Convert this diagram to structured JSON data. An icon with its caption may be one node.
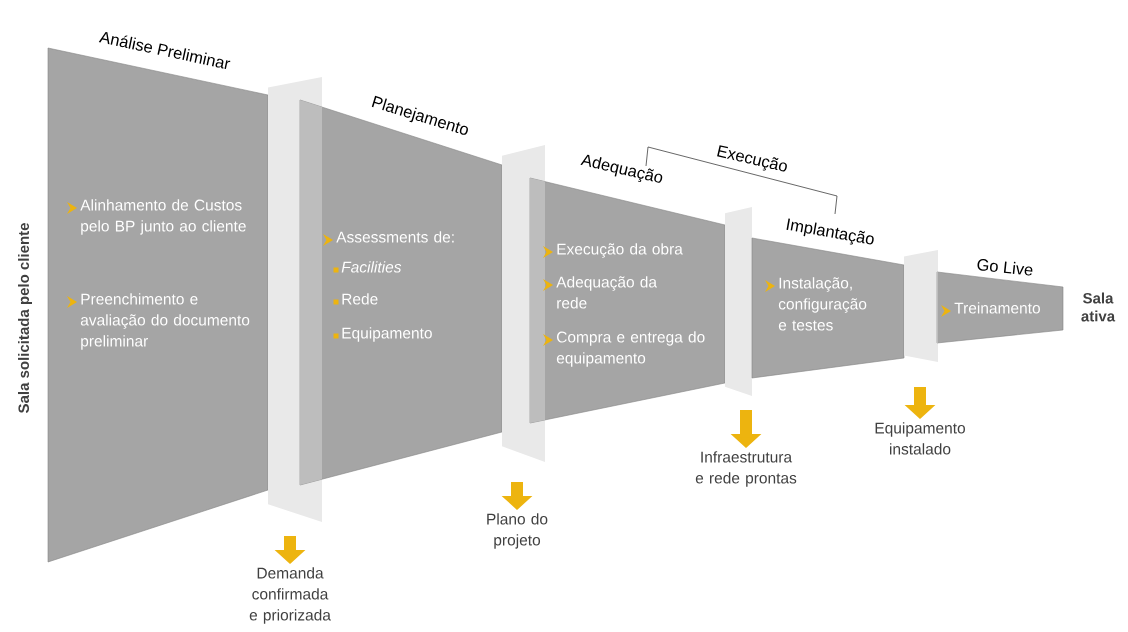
{
  "diagram": {
    "nodes": [
      {
        "text": [
          "Análise Preliminar",
          "Alinhamento de Custos pelo BP junto ao cliente",
          "Preenchimento e avaliação do documento preliminar"
        ]
      },
      {
        "text": [
          "Planejamento",
          "Assessments de:",
          "Facilities",
          "Rede",
          "Equipamento"
        ]
      },
      {
        "text": [
          "Adequação",
          "Execução da obra",
          "Adequação da rede",
          "Compra e entrega do equipamento"
        ]
      },
      {
        "text": [
          "Implantação",
          "Instalação, configuração e testes"
        ]
      },
      {
        "text": [
          "Go Live",
          "Treinamento"
        ]
      },
      {
        "text": [
          "Demanda confirmada e priorizada"
        ]
      },
      {
        "text": [
          "Plano do projeto"
        ]
      },
      {
        "text": [
          "Infraestrutura e rede prontas"
        ]
      },
      {
        "text": [
          "Equipamento instalado"
        ]
      }
    ],
    "edges": [
      {
        "from": null,
        "to": 5,
        "arrow": "to"
      },
      {
        "from": null,
        "to": 6,
        "arrow": "to"
      },
      {
        "from": null,
        "to": 7,
        "arrow": "to"
      },
      {
        "from": null,
        "to": 8,
        "arrow": "to"
      }
    ],
    "labels": [
      "Sala solicitada pelo cliente",
      "Execução",
      "Sala ativa"
    ]
  }
}
